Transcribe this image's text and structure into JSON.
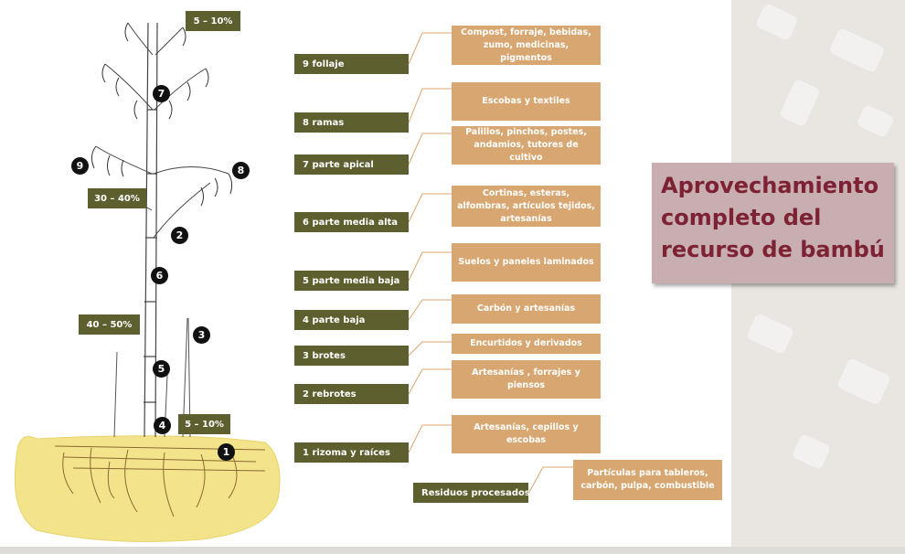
{
  "title": {
    "line1": "Aprovechamiento",
    "line2": "completo del",
    "line3": "recurso de bambú"
  },
  "parts": [
    {
      "label": "9 follaje",
      "use": "Compost, forraje, bebidas, zumo, medicinas, pigmentos"
    },
    {
      "label": "8 ramas",
      "use": "Escobas y textiles"
    },
    {
      "label": "7 parte apical",
      "use": "Palillos, pinchos, postes, andamios, tutores de cultivo"
    },
    {
      "label": "6 parte media alta",
      "use": "Cortinas, esteras, alfombras, artículos tejidos, artesanías"
    },
    {
      "label": "5 parte media baja",
      "use": "Suelos y paneles laminados"
    },
    {
      "label": "4 parte baja",
      "use": "Carbón y artesanías"
    },
    {
      "label": "3 brotes",
      "use": "Encurtidos y derivados"
    },
    {
      "label": "2 rebrotes",
      "use": "Artesanías , forrajes y piensos"
    },
    {
      "label": "1 rizoma y raíces",
      "use": "Artesanías, cepillos y escobas"
    },
    {
      "label": "Residuos procesados",
      "use": "Partículas para tableros, carbón, pulpa, combustible"
    }
  ],
  "percentages": [
    "5 – 10%",
    "30 – 40%",
    "40 – 50%",
    "5 – 10%"
  ],
  "markers": [
    "1",
    "2",
    "3",
    "4",
    "5",
    "6",
    "7",
    "8",
    "9"
  ],
  "colors": {
    "label_bg": "#5d5f2e",
    "use_bg": "#d8a771",
    "title_text": "#7d2233",
    "title_bg": "#c8aeb0",
    "soil": "#f3e38a"
  }
}
